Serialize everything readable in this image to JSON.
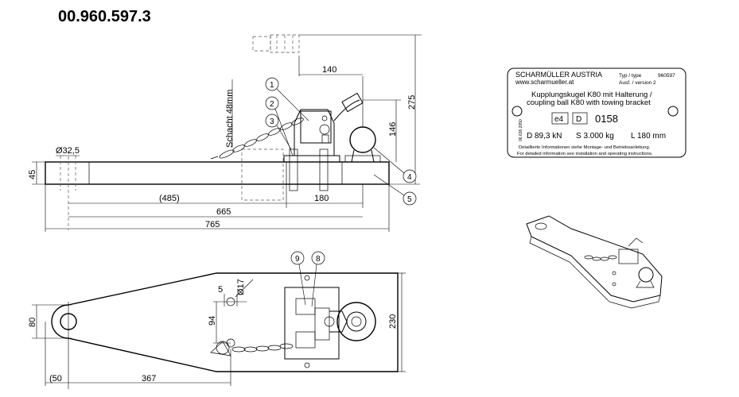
{
  "part_number": "00.960.597.3",
  "side_view": {
    "dims": {
      "d140": "140",
      "d275": "275",
      "d146": "146",
      "d45": "45",
      "d32_5": "Ø32,5",
      "d485": "(485)",
      "d180": "180",
      "d665": "665",
      "d765": "765"
    },
    "shaft_label": "Schacht 48mm",
    "callouts": [
      "1",
      "2",
      "3",
      "4",
      "5"
    ]
  },
  "plan_view": {
    "dims": {
      "d5": "5",
      "d17": "Ø17",
      "d94": "94",
      "d80": "80",
      "d230": "230",
      "d50": "(50",
      "d367": "367"
    },
    "callouts": [
      "9",
      "8"
    ]
  },
  "nameplate": {
    "company": "SCHARMÜLLER AUSTRIA",
    "website": "www.scharmueller.at",
    "type_label": "Typ / type",
    "type_value": "960597",
    "version_label": "Ausf. / version 2",
    "title_de": "Kupplungskugel K80 mit Halterung /",
    "title_en": "coupling ball K80 with towing bracket",
    "approval_e": "e4",
    "approval_d": "D",
    "approval_no": "0158",
    "spec_d": "D 89,3 kN",
    "spec_s": "S 3.000 kg",
    "spec_l": "L 180 mm",
    "note_de": "Detaillierte Informationen siehe Montage- und Betriebsanleitung.",
    "note_en": "For detailed information see installation and operating instructions.",
    "side_code": "06.636.2050"
  }
}
